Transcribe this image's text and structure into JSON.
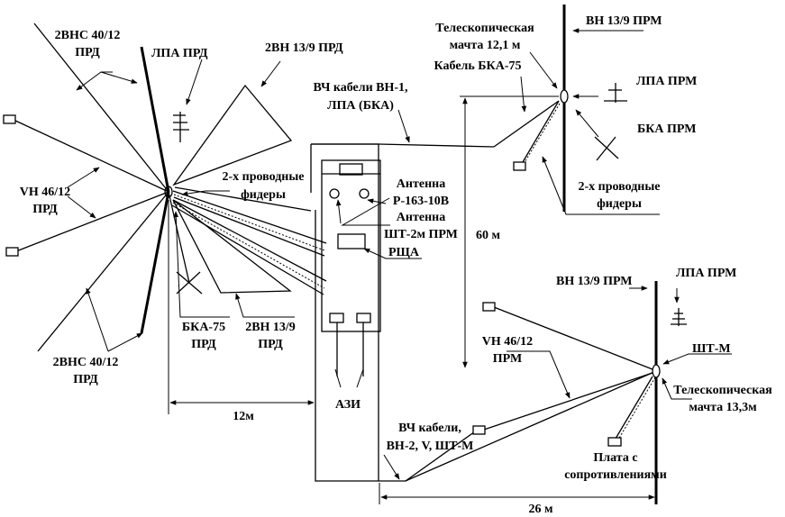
{
  "left_site": {
    "antenna_2vns_top": [
      "2ВНС 40/12",
      "ПРД"
    ],
    "antenna_lpa": "ЛПА ПРД",
    "antenna_2vn_top": "2ВН 13/9 ПРД",
    "antenna_vh": [
      "VH 46/12",
      "ПРД"
    ],
    "feeders": [
      "2-х проводные",
      "фидеры"
    ],
    "antenna_bka": [
      "БКА-75",
      "ПРД"
    ],
    "antenna_2vn_bottom": [
      "2ВН 13/9",
      "ПРД"
    ],
    "antenna_2vns_bottom": [
      "2ВНС 40/12",
      "ПРД"
    ],
    "distance": "12м"
  },
  "station": {
    "hf_cables_top": [
      "ВЧ кабели ВН-1,",
      "ЛПА (БКА)"
    ],
    "antenna_r163": [
      "Антенна",
      "Р-163-10В"
    ],
    "antenna_sht2m": [
      "Антенна",
      "ШТ-2м ПРМ"
    ],
    "rscha": "РЩА",
    "azi": "АЗИ",
    "hf_cables_bottom": [
      "ВЧ кабели,",
      "ВН-2, V, ШТ-М"
    ]
  },
  "top_right_site": {
    "mast": [
      "Телескопическая",
      "мачта  12,1 м"
    ],
    "antenna_vn": "ВН 13/9 ПРМ",
    "cable": "Кабель БКА-75",
    "antenna_lpa": "ЛПА ПРМ",
    "antenna_bka": "БКА ПРМ",
    "feeders": [
      "2-х проводные",
      "фидеры"
    ],
    "distance": "60 м"
  },
  "bottom_right_site": {
    "antenna_vn": "ВН 13/9 ПРМ",
    "antenna_lpa": "ЛПА ПРМ",
    "antenna_vh": [
      "VH 46/12",
      "ПРМ"
    ],
    "antenna_sht": "ШТ-М",
    "mast": [
      "Телескопическая",
      "мачта 13,3м"
    ],
    "plate": [
      "Плата с",
      "сопротивлениями"
    ],
    "distance": "26 м"
  }
}
